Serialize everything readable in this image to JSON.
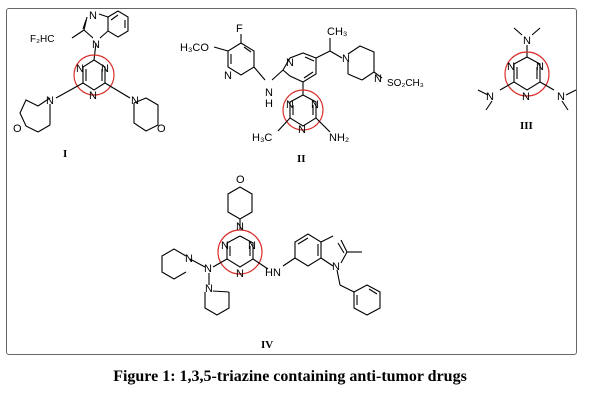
{
  "caption": "Figure 1: 1,3,5-triazine containing anti-tumor drugs",
  "colors": {
    "highlight": "#d9302c",
    "line": "#000000",
    "frame": "#666666"
  },
  "compounds": [
    {
      "numeral": "I",
      "atoms": [
        "N",
        "F₂HC",
        "N",
        "N",
        "N",
        "N",
        "N",
        "O",
        "N",
        "O"
      ]
    },
    {
      "numeral": "II",
      "atoms": [
        "F",
        "H₃CO",
        "N",
        "N",
        "H",
        "N",
        "CH₃",
        "N",
        "N",
        "SO₂CH₃",
        "N",
        "N",
        "N",
        "H₃C",
        "NH₂"
      ]
    },
    {
      "numeral": "III",
      "atoms": [
        "N",
        "N",
        "N",
        "N",
        "N",
        "N"
      ]
    },
    {
      "numeral": "IV",
      "atoms": [
        "O",
        "N",
        "N",
        "N",
        "N",
        "N",
        "N",
        "N",
        "H",
        "N",
        "N"
      ]
    }
  ]
}
